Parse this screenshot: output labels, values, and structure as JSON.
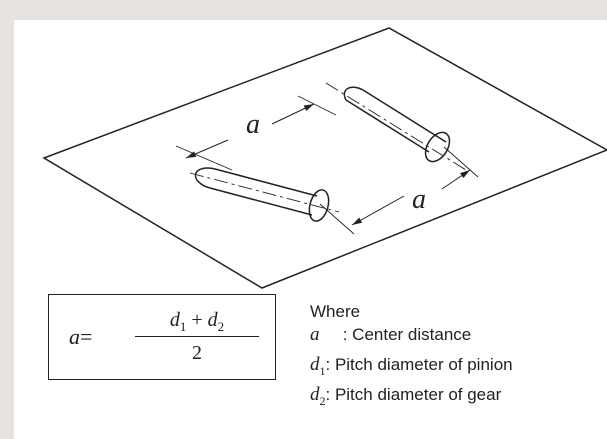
{
  "diagram": {
    "label_top": "a",
    "label_bottom": "a"
  },
  "formula": {
    "lhs": "a",
    "equals": "=",
    "num_d1": "d",
    "num_d1_sub": "1",
    "plus": " + ",
    "num_d2": "d",
    "num_d2_sub": "2",
    "denominator": "2"
  },
  "legend": {
    "heading": "Where",
    "items": [
      {
        "symbol": "a",
        "sub": "",
        "text": " : Center distance"
      },
      {
        "symbol": "d",
        "sub": "1",
        "text": ": Pitch diameter of pinion"
      },
      {
        "symbol": "d",
        "sub": "2",
        "text": ": Pitch diameter of gear"
      }
    ]
  },
  "colors": {
    "background": "#e7e3e0",
    "panel": "#ffffff",
    "ink": "#222222"
  }
}
